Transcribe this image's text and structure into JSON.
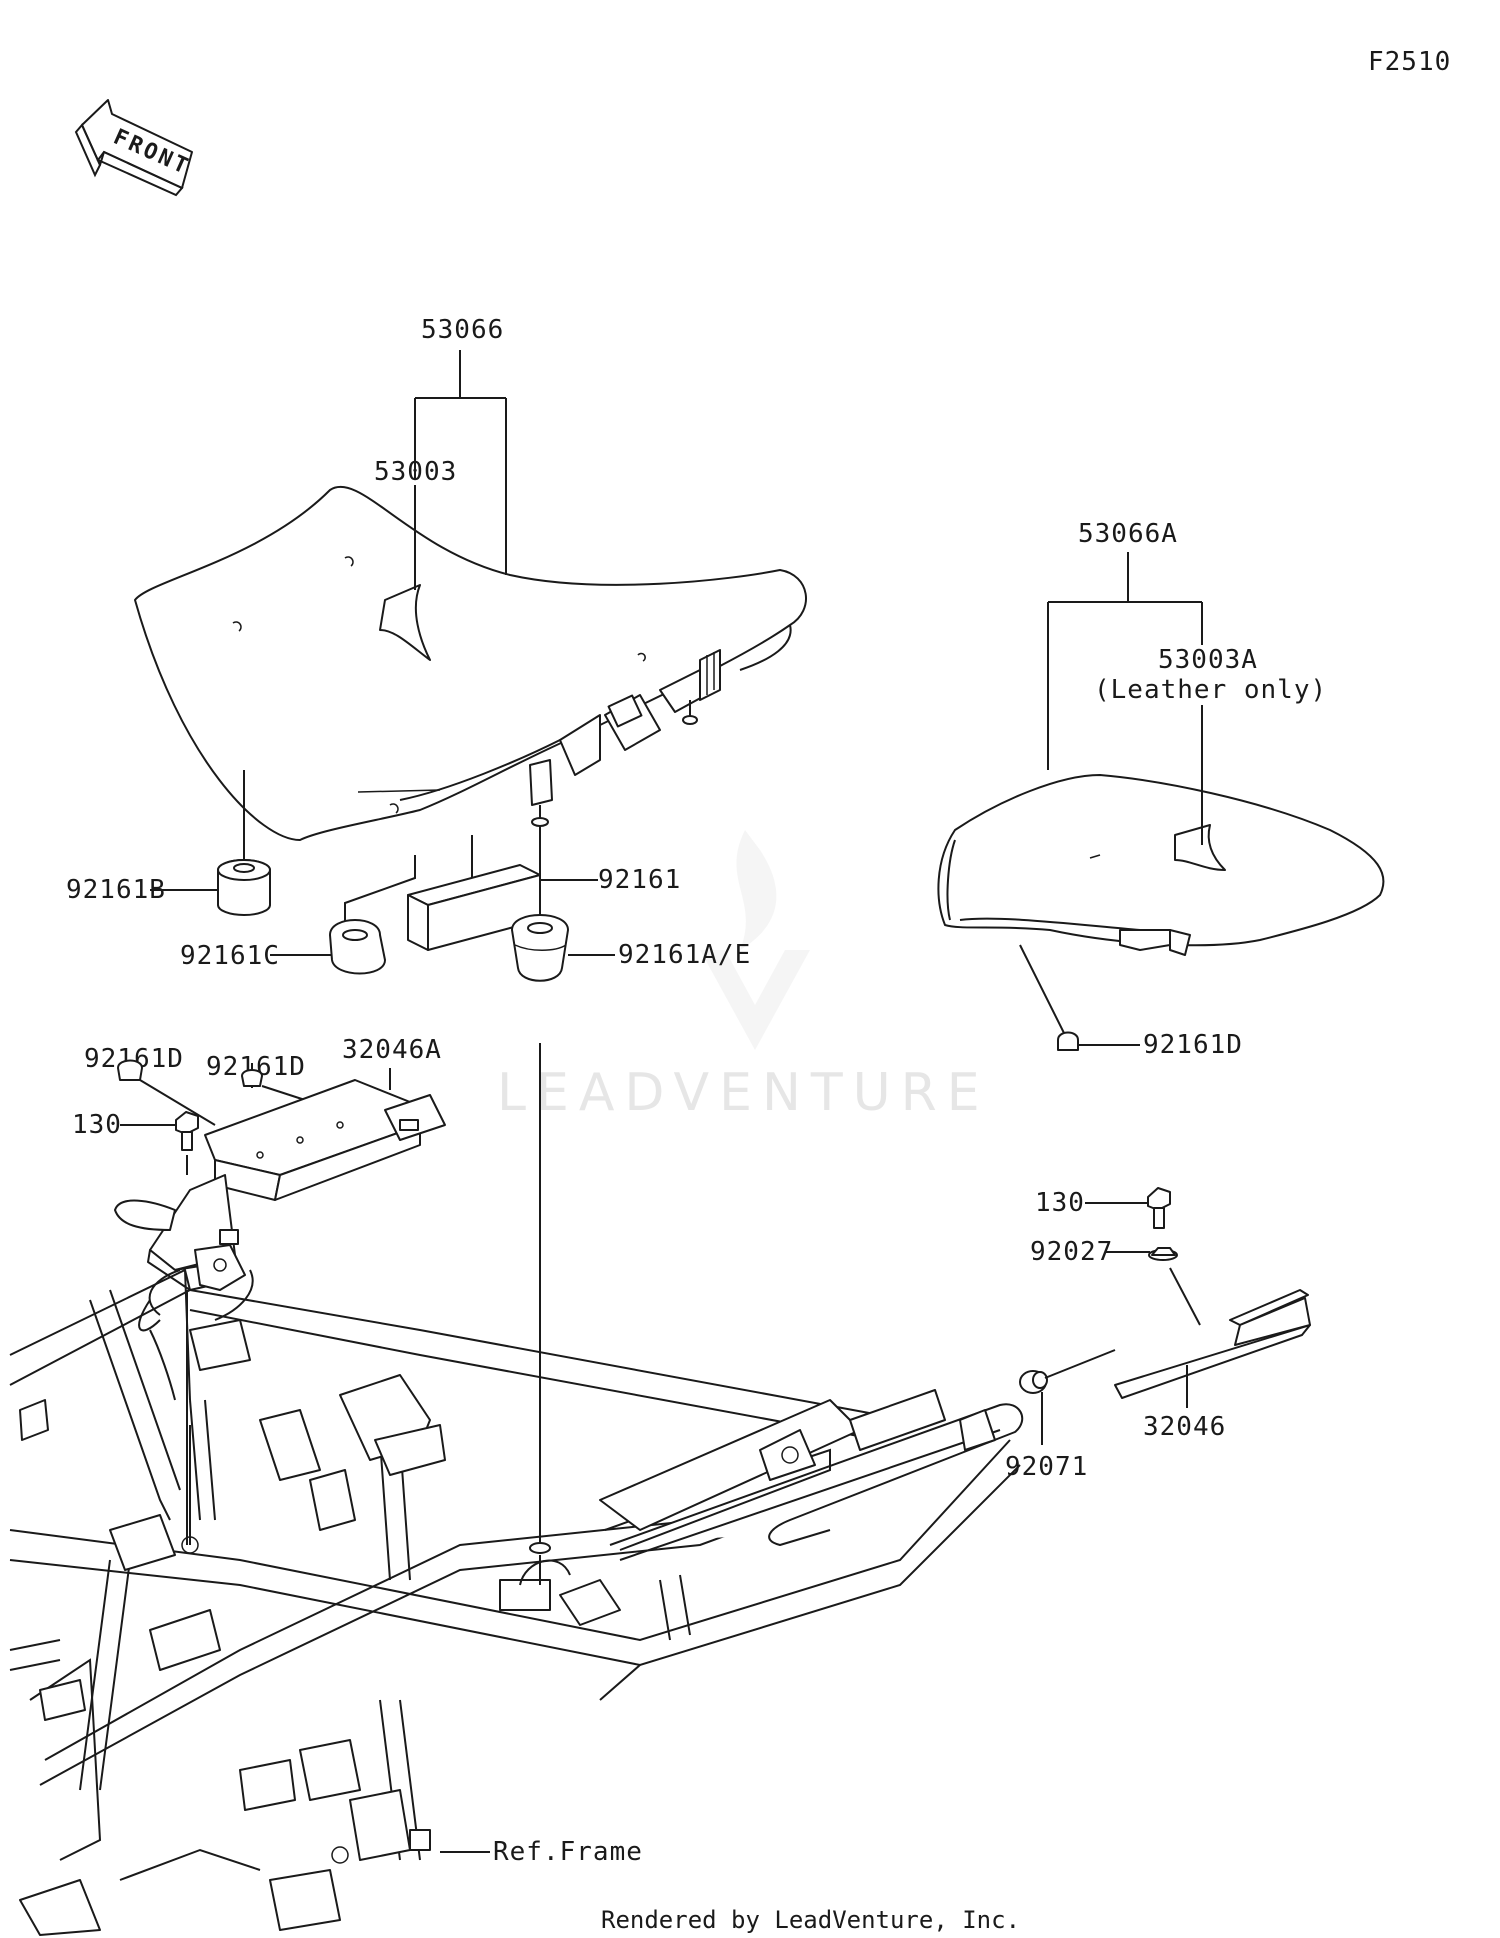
{
  "diagram_code": "F2510",
  "front_marker": "FRONT",
  "watermark": "LEADVENTURE",
  "footer": "Rendered by LeadVenture, Inc.",
  "labels": {
    "p53066": "53066",
    "p53003": "53003",
    "p53066A": "53066A",
    "p53003A": "53003A",
    "p53003A_note": "(Leather only)",
    "p92161B": "92161B",
    "p92161C": "92161C",
    "p92161": "92161",
    "p92161AE": "92161A/E",
    "p92161D_left1": "92161D",
    "p92161D_left2": "92161D",
    "p92161D_right": "92161D",
    "p32046A": "32046A",
    "p130_left": "130",
    "p130_right": "130",
    "p92027": "92027",
    "p92071": "92071",
    "p32046": "32046",
    "ref_frame": "Ref.Frame"
  }
}
